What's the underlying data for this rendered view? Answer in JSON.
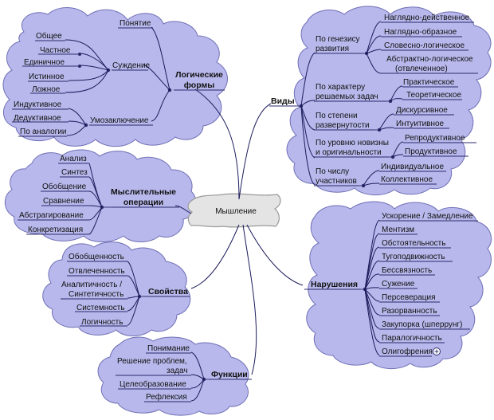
{
  "center": "Мышление",
  "logical": {
    "title_line1": "Логические",
    "title_line2": "формы",
    "concept": "Понятие",
    "judgement": "Суждение",
    "inference": "Умозаключение",
    "general": "Общее",
    "particular": "Частное",
    "singular": "Единичное",
    "true": "Истинное",
    "false": "Ложное",
    "inductive": "Индуктивное",
    "deductive": "Дедуктивное",
    "analogy": "По аналогии"
  },
  "operations": {
    "title_line1": "Мыслительные",
    "title_line2": "операции",
    "items": [
      "Анализ",
      "Синтез",
      "Обобщение",
      "Сравнение",
      "Абстрагирование",
      "Конкретизация"
    ]
  },
  "properties": {
    "title": "Свойства",
    "items": [
      "Обобщенность",
      "Отвлеченность",
      "Аналитичность /",
      "Синтетичность",
      "Системность",
      "Логичность"
    ]
  },
  "functions": {
    "title": "Функции",
    "items": [
      "Понимание",
      "Решение проблем,",
      "задач",
      "Целеобразование",
      "Рефлексия"
    ]
  },
  "types": {
    "title": "Виды",
    "genesis_line1": "По генезису",
    "genesis_line2": "развития",
    "genesis_items": [
      "Наглядно-действенное",
      "Наглядно-образное",
      "Словесно-логическое",
      "Абстрактно-логическое",
      "(отвлеченное)"
    ],
    "tasks_line1": "По характеру",
    "tasks_line2": "решаемых задач",
    "tasks_items": [
      "Практическое",
      "Теоретическое"
    ],
    "detail_line1": "По степени",
    "detail_line2": "развернутости",
    "detail_items": [
      "Дискурсивное",
      "Интуитивное"
    ],
    "novelty_line1": "По уровню новизны",
    "novelty_line2": "и оригинальности",
    "novelty_items": [
      "Репродуктивное",
      "Продуктивное"
    ],
    "participants_line1": "По числу",
    "participants_line2": "участников",
    "participants_items": [
      "Индивидуальное",
      "Коллективное"
    ]
  },
  "disorders": {
    "title": "Нарушения",
    "items": [
      "Ускорение / Замедление",
      "Ментизм",
      "Обстоятельность",
      "Тугоподвижность",
      "Бессвязность",
      "Сужение",
      "Персеверация",
      "Разорванность",
      "Закупорка (шперрунг)",
      "Паралогичность",
      "Олигофрения"
    ]
  },
  "colors": {
    "cloud_fill": "#b8b8ec",
    "cloud_stroke": "#6f6fb6",
    "branch": "#1c1c5c"
  }
}
